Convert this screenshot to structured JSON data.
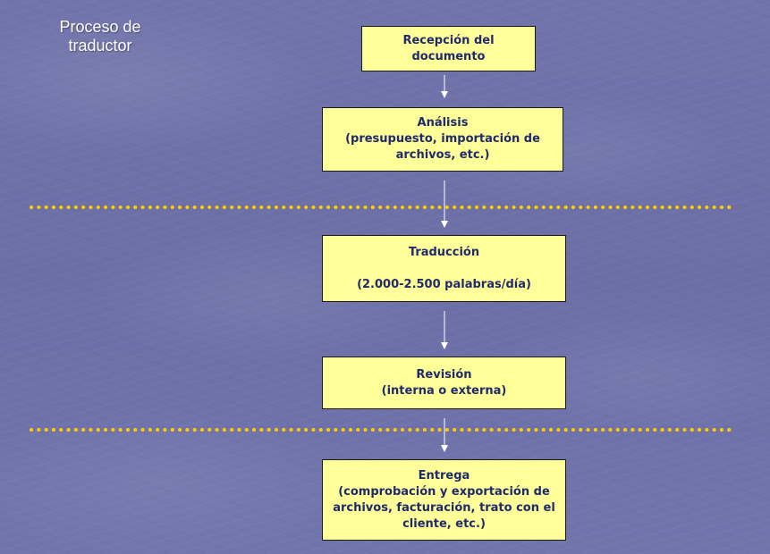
{
  "slide": {
    "title_lines": [
      "Proceso de",
      "traductor"
    ],
    "colors": {
      "background": "#6f73aa",
      "box_fill": "#ffff99",
      "box_text": "#1f2a6b",
      "separator_dots": "#ffcc00",
      "arrows": "#ffffff"
    }
  },
  "steps": [
    {
      "lines": [
        "Recepción del",
        "documento"
      ]
    },
    {
      "lines": [
        "Análisis",
        "(presupuesto, importación de",
        "archivos, etc.)"
      ]
    },
    {
      "lines": [
        "Traducción",
        "",
        "(2.000-2.500 palabras/día)"
      ]
    },
    {
      "lines": [
        "Revisión",
        "(interna o externa)"
      ]
    },
    {
      "lines": [
        "Entrega",
        "(comprobación y exportación de",
        "archivos, facturación, trato con el",
        "cliente, etc.)"
      ]
    }
  ]
}
